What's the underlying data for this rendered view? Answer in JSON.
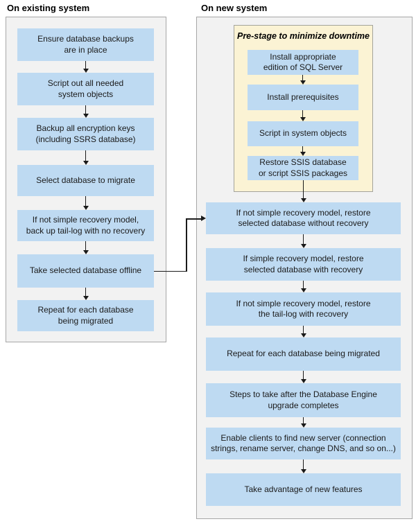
{
  "diagram": {
    "left": {
      "heading": "On existing system",
      "steps": [
        "Ensure database backups\nare in place",
        "Script out all needed\nsystem objects",
        "Backup all encryption keys\n(including SSRS database)",
        "Select database to migrate",
        "If not simple recovery model,\nback up tail-log with no recovery",
        "Take selected database offline",
        "Repeat for each database\nbeing migrated"
      ]
    },
    "right": {
      "heading": "On new system",
      "prestage": {
        "title": "Pre-stage to minimize downtime",
        "steps": [
          "Install appropriate\nedition of SQL Server",
          "Install prerequisites",
          "Script in system objects",
          "Restore SSIS database\nor script SSIS packages"
        ]
      },
      "steps": [
        "If not simple recovery model, restore\nselected database without recovery",
        "If simple recovery model, restore\nselected database with recovery",
        "If not simple recovery model, restore\nthe tail-log with recovery",
        "Repeat for each database being migrated",
        "Steps to take after the Database Engine\nupgrade completes",
        "Enable clients to find new server (connection\nstrings, rename server, change DNS, and so on...)",
        "Take advantage of new features"
      ]
    },
    "connector": {
      "from": "Take selected database offline",
      "to": "If not simple recovery model, restore selected database without recovery"
    },
    "colors": {
      "step_fill": "#bedaf2",
      "panel_fill": "#f2f2f2",
      "panel_border": "#a6a6a6",
      "prestage_fill": "#fbf3d4",
      "prestage_border": "#a3a39b",
      "arrow": "#1a1a1a",
      "text": "#1a1a1a"
    }
  }
}
